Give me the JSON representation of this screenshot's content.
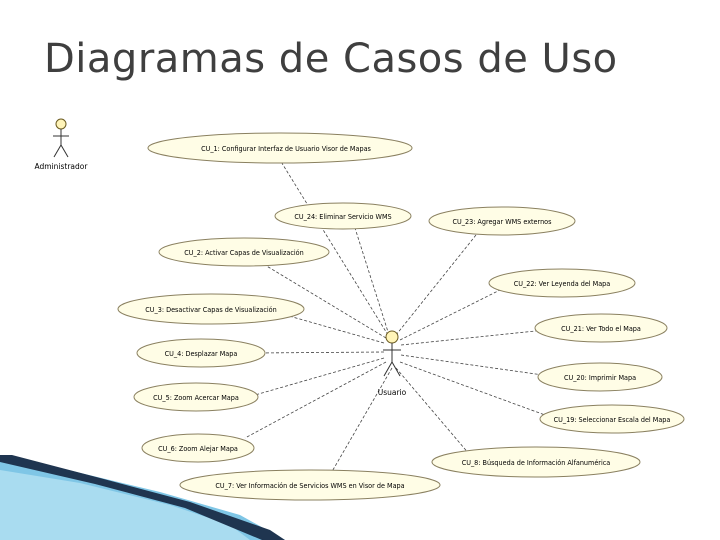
{
  "slide": {
    "title": "Diagramas de Casos de Uso"
  },
  "actors": {
    "admin": "Administrador",
    "user": "Usuario"
  },
  "use_cases": [
    {
      "id": "uc1",
      "label": "CU_1: Configurar Interfaz de Usuario Visor de Mapas"
    },
    {
      "id": "uc24",
      "label": "CU_24: Eliminar Servicio WMS"
    },
    {
      "id": "uc23",
      "label": "CU_23: Agregar WMS externos"
    },
    {
      "id": "uc2",
      "label": "CU_2: Activar Capas de Visualización"
    },
    {
      "id": "uc22",
      "label": "CU_22: Ver Leyenda del Mapa"
    },
    {
      "id": "uc3",
      "label": "CU_3: Desactivar Capas de Visualización"
    },
    {
      "id": "uc21",
      "label": "CU_21: Ver Todo el Mapa"
    },
    {
      "id": "uc4",
      "label": "CU_4: Desplazar Mapa"
    },
    {
      "id": "uc20",
      "label": "CU_20: Imprimir Mapa"
    },
    {
      "id": "uc5",
      "label": "CU_5: Zoom Acercar Mapa"
    },
    {
      "id": "uc19",
      "label": "CU_19: Seleccionar Escala del Mapa"
    },
    {
      "id": "uc6",
      "label": "CU_6: Zoom Alejar Mapa"
    },
    {
      "id": "uc8",
      "label": "CU_8: Búsqueda de Información Alfanumérica"
    },
    {
      "id": "uc7",
      "label": "CU_7: Ver Información de Servicios WMS en Visor de Mapa"
    }
  ],
  "colors": {
    "use_case_fill": "#fffde6",
    "use_case_stroke": "#8a8060",
    "title": "#3f3f3f",
    "accent_dark": "#1f3550",
    "accent_light": "#7fc6e6"
  }
}
